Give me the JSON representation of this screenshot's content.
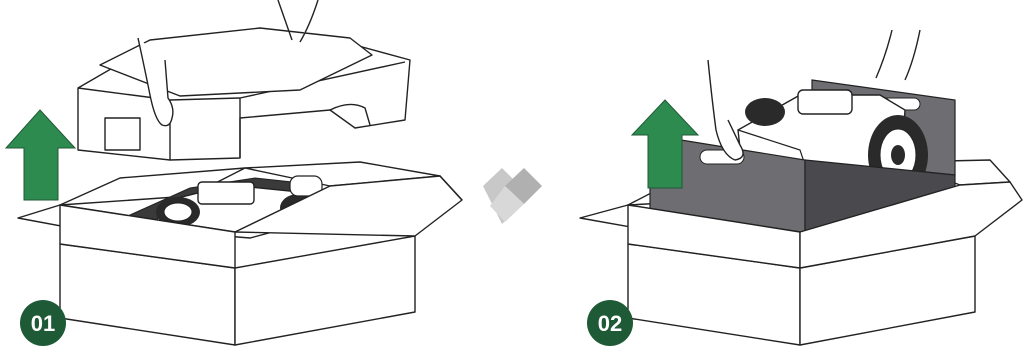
{
  "steps": [
    {
      "number": "01",
      "action": "lift-foam-cover-out-of-box",
      "arrow_color": "#2e8b4f",
      "badge_color": "#1f5a36"
    },
    {
      "number": "02",
      "action": "lift-mower-tray-out-of-box",
      "arrow_color": "#2e8b4f",
      "badge_color": "#1f5a36"
    }
  ],
  "separator": {
    "icon": "double-chevron-right-icon",
    "color": "#c8c8c8"
  },
  "colors": {
    "line": "#222222",
    "tray": "#6e6e72",
    "tray_dark": "#4a4a4e",
    "box_fill": "#ffffff"
  }
}
